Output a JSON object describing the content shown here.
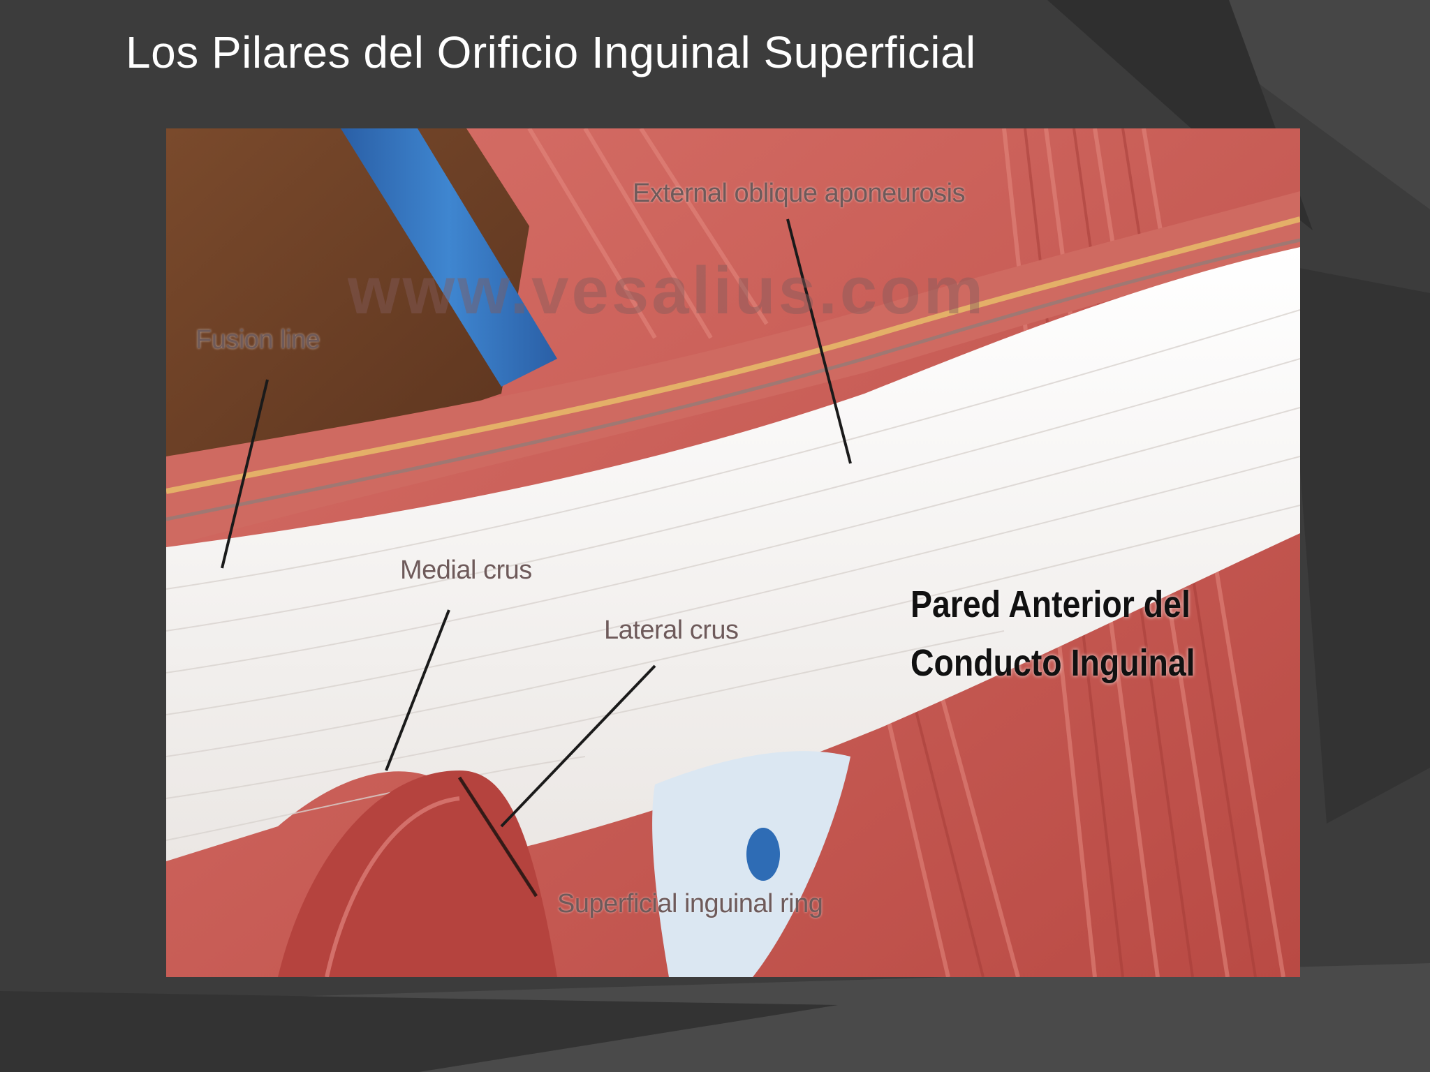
{
  "slide": {
    "title": "Los Pilares del Orificio Inguinal Superficial"
  },
  "figure": {
    "watermark": "www.vesalius.com",
    "labels": {
      "external_oblique": "External oblique aponeurosis",
      "fusion_line": "Fusion line",
      "medial_crus": "Medial crus",
      "lateral_crus": "Lateral crus",
      "superficial_ring": "Superficial inguinal ring"
    },
    "overlay_note": {
      "line1": "Pared Anterior del",
      "line2": "Conducto Inguinal"
    }
  },
  "colors": {
    "background": "#3c3c3c",
    "title_text": "#ffffff",
    "muscle_red": "#c8584f",
    "aponeurosis_white": "#f4f2f0",
    "vein_blue": "#2f6fb8"
  }
}
